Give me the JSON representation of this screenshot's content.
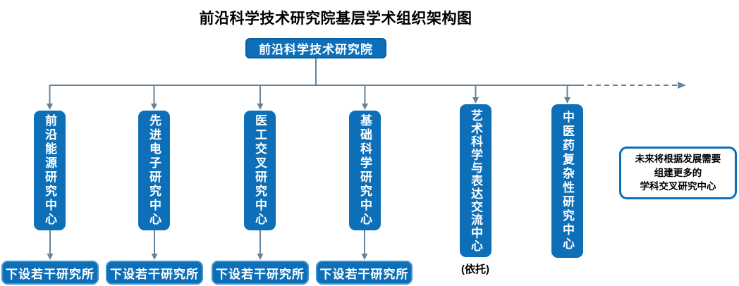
{
  "title": "前沿科学技术研究院基层学术组织架构图",
  "root": {
    "label": "前沿科学技术研究院"
  },
  "centers": [
    {
      "label": "前沿能源研究中心"
    },
    {
      "label": "先进电子研究中心"
    },
    {
      "label": "医工交叉研究中心"
    },
    {
      "label": "基础科学研究中心"
    },
    {
      "label": "艺术科学与表达交流中心"
    },
    {
      "label": "中医药复杂性研究中心"
    }
  ],
  "institute_label": "下设若干研究所",
  "yituo_label": "(依托)",
  "note": {
    "lines": [
      "未来将根据发展需要",
      "组建更多的",
      "学科交叉研究中心"
    ]
  },
  "colors": {
    "box_blue": "#0d6fb8",
    "connector": "#65839b",
    "text_white": "#ffffff",
    "text_black": "#000000",
    "note_border": "#0d6fb8"
  }
}
